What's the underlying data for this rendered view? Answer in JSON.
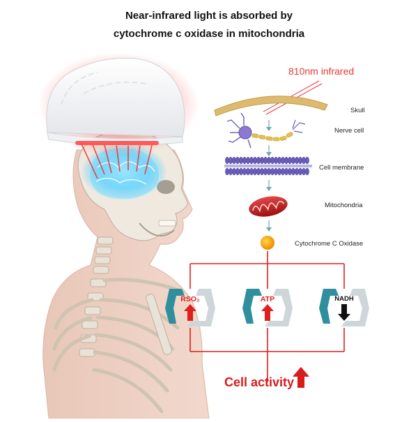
{
  "title": {
    "line1": "Near-infrared light is absorbed by",
    "line2": "cytochrome c oxidase in mitochondria"
  },
  "infrared_label": "810nm infrared",
  "pathway": {
    "skull": "Skull",
    "nerve_cell": "Nerve cell",
    "cell_membrane": "Cell membrane",
    "mitochondria": "Mitochondria",
    "cytochrome": "Cytochrome C Oxidase"
  },
  "markers": [
    {
      "label": "RSO₂",
      "direction": "up",
      "color": "#e01e1e"
    },
    {
      "label": "ATP",
      "direction": "up",
      "color": "#e01e1e"
    },
    {
      "label": "NADH",
      "direction": "down",
      "color": "#111111"
    }
  ],
  "result_label": "Cell activity",
  "colors": {
    "accent_red": "#e01e1e",
    "teal": "#2f8f9d",
    "light_grey": "#cfd6da",
    "membrane_purple": "#6a5fb8",
    "skull_gold": "#d9b76a",
    "glow_blue": "#35c6ff"
  }
}
